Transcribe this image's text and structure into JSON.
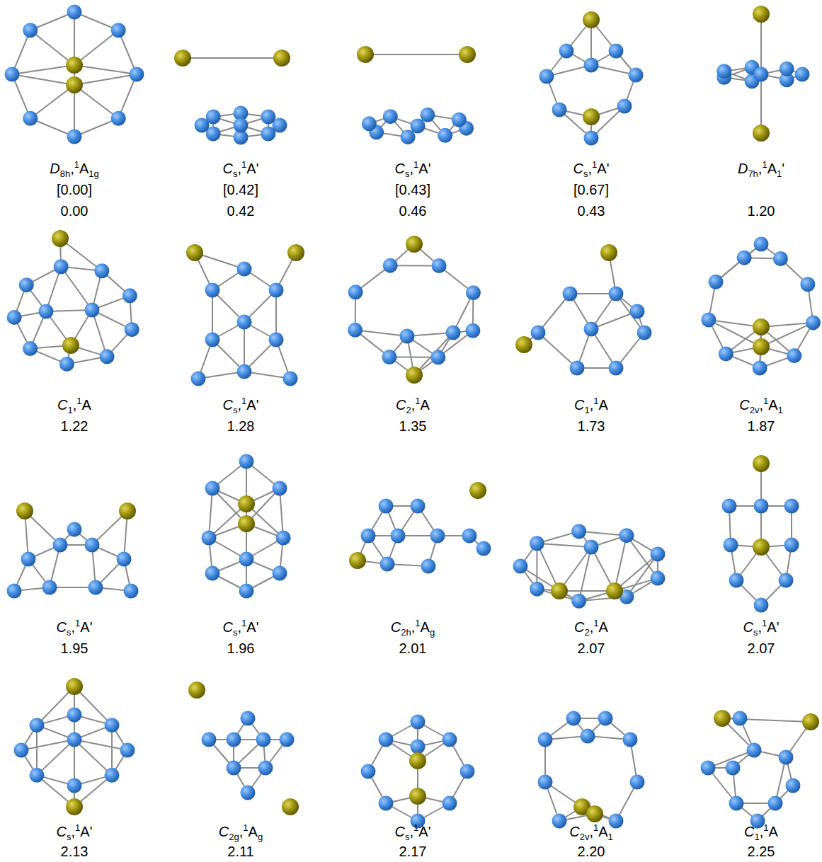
{
  "diagram": {
    "labels": [
      "D8h,1A1g",
      "[0.00]",
      "0.00",
      "Cs,1A'",
      "[0.42]",
      "0.42",
      "Cs,1A'",
      "[0.43]",
      "0.46",
      "Cs,1A'",
      "[0.67]",
      "0.43",
      "D7h,1A1'",
      "1.20",
      "C1,1A",
      "1.22",
      "Cs,1A'",
      "1.28",
      "C2,1A",
      "1.35",
      "C1,1A",
      "1.73",
      "C2v,1A1",
      "1.87",
      "Cs,1A'",
      "1.95",
      "Cs,1A'",
      "1.96",
      "C2h,1Ag",
      "2.01",
      "C2,1A",
      "2.07",
      "Cs,1A'",
      "2.07",
      "Cs,1A'",
      "2.13",
      "C2g,1Ag",
      "2.11",
      "Cs,1A'",
      "2.17",
      "C2v,1A1",
      "2.20",
      "C1,1A",
      "2.25"
    ]
  }
}
